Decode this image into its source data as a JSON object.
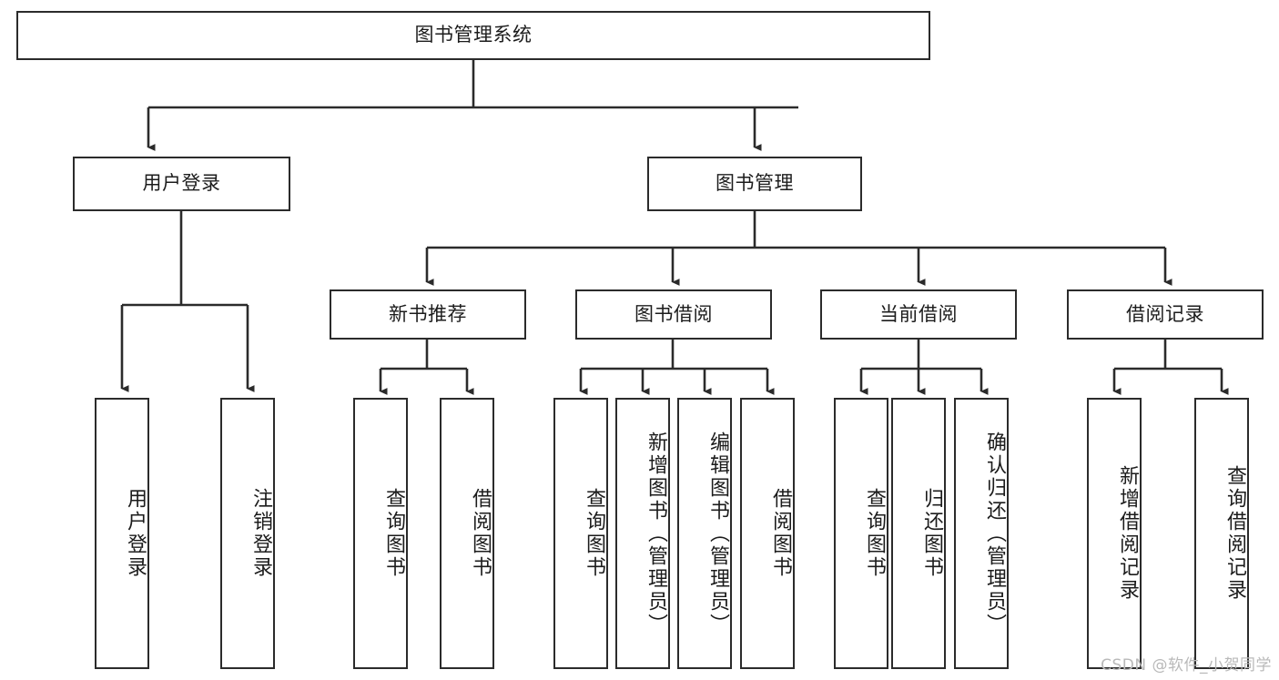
{
  "diagram": {
    "title": "图书管理系统",
    "type": "tree-hierarchy-chart",
    "watermark": "CSDN @软件_小贺同学",
    "colors": {
      "box_border": "#2b2b2b",
      "box_fill": "#ffffff",
      "edge": "#2b2b2b",
      "text": "#1c1c1c",
      "watermark": "#b9b9b9"
    },
    "nodes": {
      "root": {
        "label": "图书管理系统"
      },
      "level2": [
        {
          "id": "user-login",
          "label": "用户登录"
        },
        {
          "id": "book-manage",
          "label": "图书管理"
        }
      ],
      "level3": [
        {
          "id": "new-book-recommend",
          "label": "新书推荐"
        },
        {
          "id": "book-borrow",
          "label": "图书借阅"
        },
        {
          "id": "current-borrow",
          "label": "当前借阅"
        },
        {
          "id": "borrow-record",
          "label": "借阅记录"
        }
      ],
      "leaves": [
        {
          "id": "leaf-user-login",
          "label": "用户登录",
          "parent": "user-login"
        },
        {
          "id": "leaf-logout-login",
          "label": "注销登录",
          "parent": "user-login"
        },
        {
          "id": "leaf-query-book-rec",
          "label": "查询图书",
          "parent": "new-book-recommend"
        },
        {
          "id": "leaf-borrow-book-rec",
          "label": "借阅图书",
          "parent": "new-book-recommend"
        },
        {
          "id": "leaf-query-book-borrow",
          "label": "查询图书",
          "parent": "book-borrow"
        },
        {
          "id": "leaf-add-book-admin",
          "label": "新增图书（管理员）",
          "parent": "book-borrow"
        },
        {
          "id": "leaf-edit-book-admin",
          "label": "编辑图书（管理员）",
          "parent": "book-borrow"
        },
        {
          "id": "leaf-borrow-book",
          "label": "借阅图书",
          "parent": "book-borrow"
        },
        {
          "id": "leaf-query-book-current",
          "label": "查询图书",
          "parent": "current-borrow"
        },
        {
          "id": "leaf-return-book",
          "label": "归还图书",
          "parent": "current-borrow"
        },
        {
          "id": "leaf-confirm-return",
          "label": "确认归还（管理员）",
          "parent": "current-borrow"
        },
        {
          "id": "leaf-add-borrow-record",
          "label": "新增借阅记录",
          "parent": "borrow-record"
        },
        {
          "id": "leaf-query-borrow-record",
          "label": "查询借阅记录",
          "parent": "borrow-record"
        }
      ]
    }
  }
}
